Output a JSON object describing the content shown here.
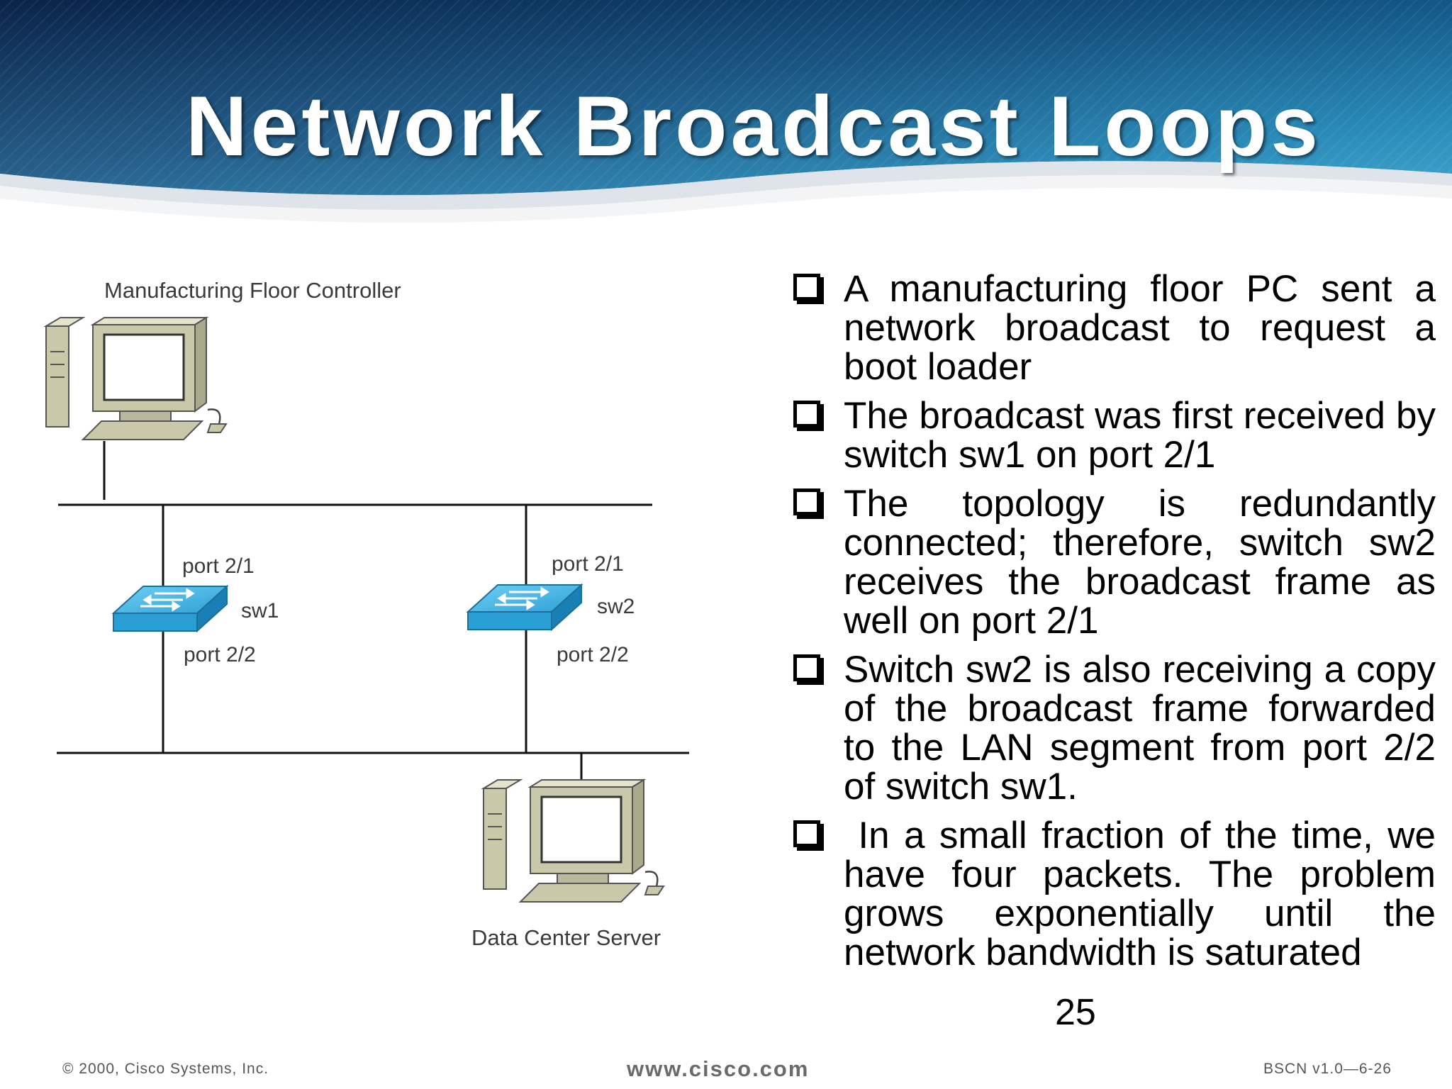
{
  "slide": {
    "title": "Network Broadcast Loops",
    "page_number": "25"
  },
  "diagram": {
    "top_host_label": "Manufacturing Floor Controller",
    "bottom_host_label": "Data Center Server",
    "sw1": {
      "name": "sw1",
      "port_top": "port 2/1",
      "port_bottom": "port 2/2"
    },
    "sw2": {
      "name": "sw2",
      "port_top": "port 2/1",
      "port_bottom": "port 2/2"
    }
  },
  "bullets": [
    "A manufacturing floor PC sent a network broadcast to request a boot loader",
    "The broadcast was first received by switch sw1 on port 2/1",
    "The topology is redundantly connected; therefore, switch sw2 receives the broadcast frame as well on port 2/1",
    "Switch sw2 is also receiving a copy of the broadcast frame forwarded to the LAN segment from port 2/2 of switch sw1.",
    " In a small fraction of the time, we have four packets. The problem grows exponentially until the network bandwidth is saturated"
  ],
  "footer": {
    "copyright": "© 2000, Cisco Systems, Inc.",
    "website": "www.cisco.com",
    "course_code": "BSCN v1.0—6-26"
  },
  "colors": {
    "banner_dark": "#0b2a52",
    "banner_light": "#1f86b5",
    "switch_blue": "#2a9fd6",
    "pc_beige": "#c9c9aa"
  },
  "icons": {
    "pc": "desktop-computer-icon",
    "switch": "workgroup-switch-icon",
    "bullet": "checkbox-bullet-icon"
  }
}
